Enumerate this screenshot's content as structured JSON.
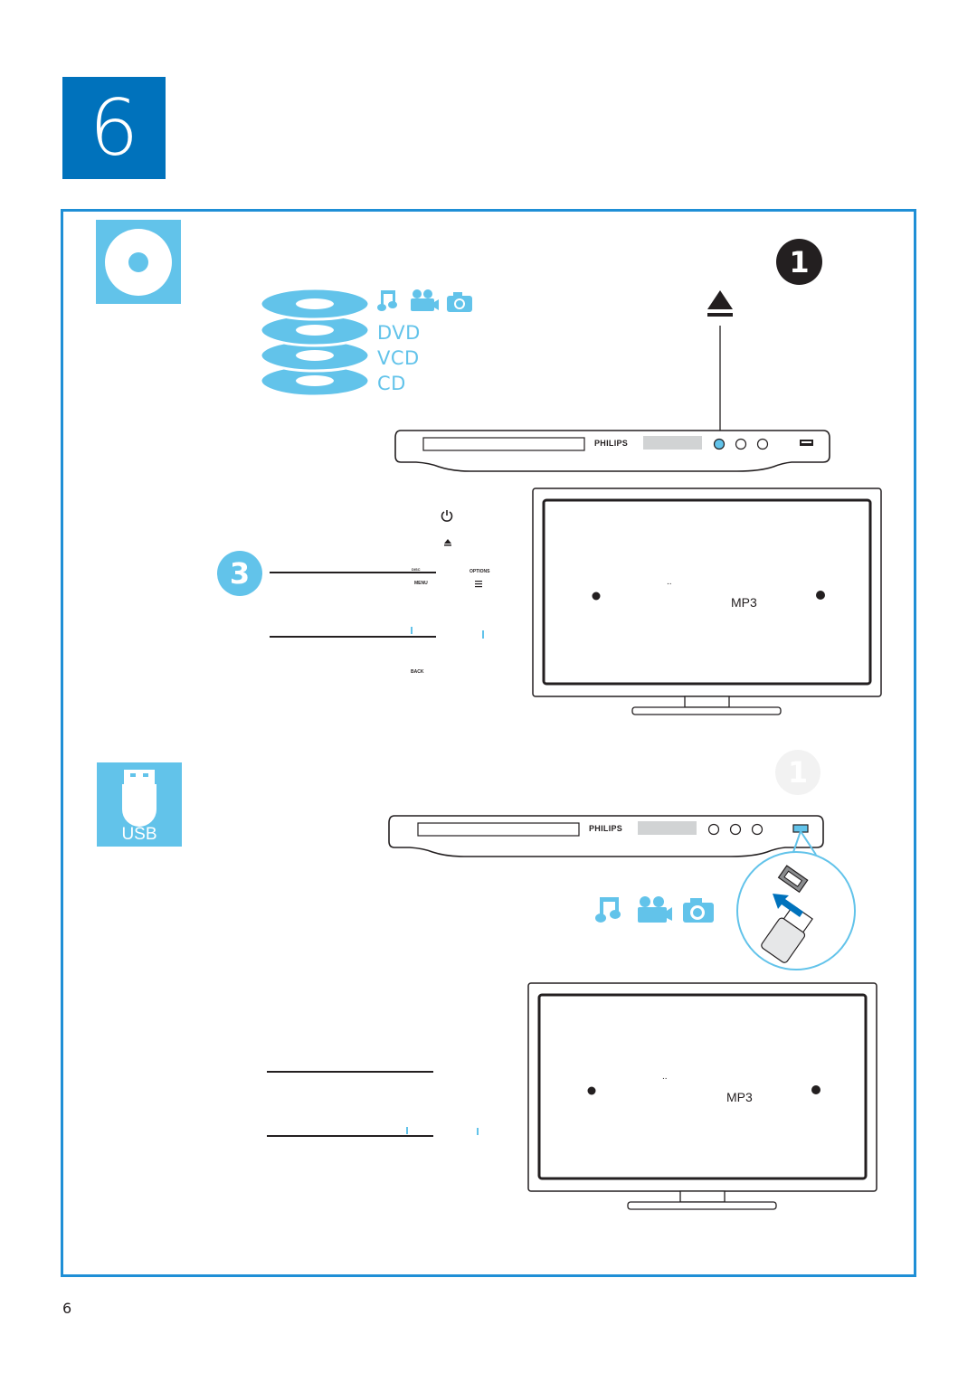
{
  "page": {
    "number": "6"
  },
  "step": {
    "number": "6"
  },
  "disc_section": {
    "callout_1": "1",
    "callout_3": "3",
    "formats": [
      "DVD",
      "VCD",
      "CD"
    ],
    "player_brand": "PHILIPS",
    "remote_labels": {
      "disc_menu": "DISC",
      "menu": "MENU",
      "options": "OPTIONS",
      "back": "BACK"
    },
    "tv": {
      "label": "MP3",
      "dots": ".."
    }
  },
  "usb_section": {
    "tile_label": "USB",
    "callout_1": "1",
    "player_brand": "PHILIPS",
    "tv": {
      "label": "MP3",
      "dots": ".."
    }
  },
  "colors": {
    "accent_blue": "#0072bc",
    "frame_blue": "#1f8fd6",
    "light_blue": "#62c3ea"
  }
}
